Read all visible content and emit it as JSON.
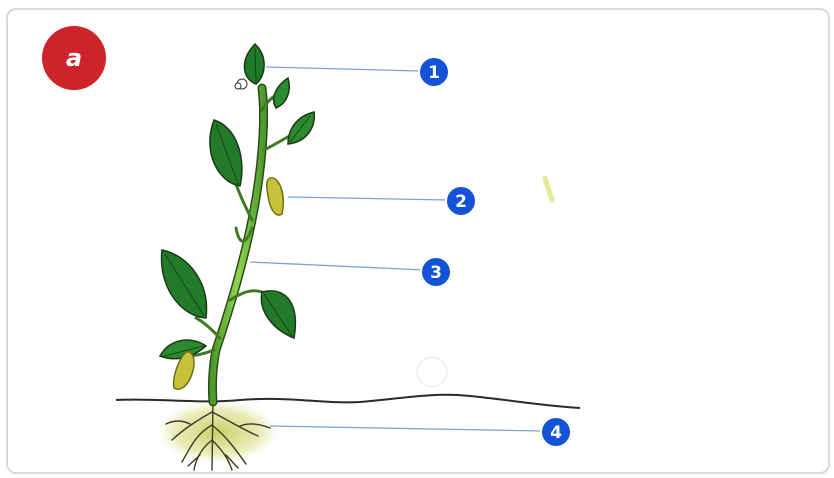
{
  "panel_label": "a",
  "callouts": [
    {
      "number": "1",
      "part": "shoot tip"
    },
    {
      "number": "2",
      "part": "pod"
    },
    {
      "number": "3",
      "part": "stem"
    },
    {
      "number": "4",
      "part": "root"
    }
  ],
  "colors": {
    "badge_red": "#cf232b",
    "callout_blue": "#1553d6",
    "leaf_green": "#1f7a28",
    "stem_green": "#7ec94a",
    "pod_yellow": "#c8c23a",
    "leader_line": "#7fa3d6",
    "ground_line": "#2a2a2a"
  }
}
